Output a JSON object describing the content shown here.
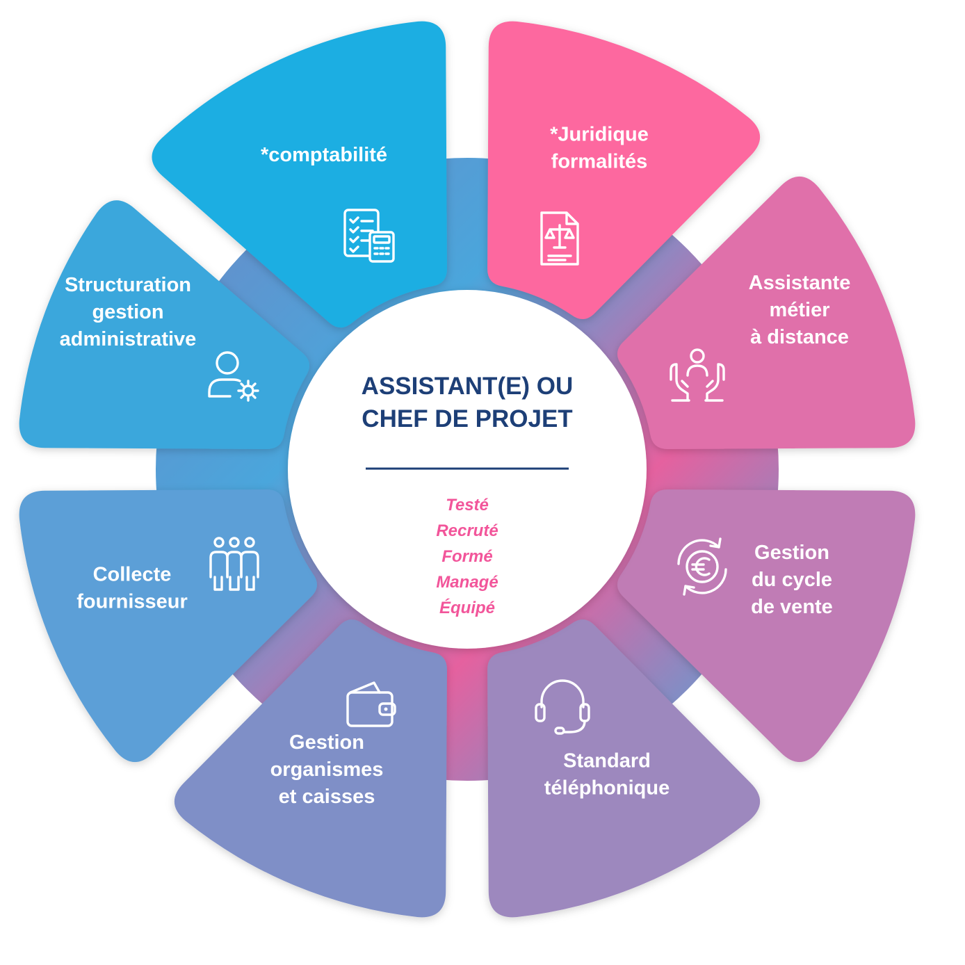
{
  "center": {
    "title_line1": "ASSISTANT(E) OU",
    "title_line2": "CHEF DE PROJET",
    "items": [
      "Testé",
      "Recruté",
      "Formé",
      "Managé",
      "Équipé"
    ]
  },
  "segments": [
    {
      "id": "comptabilite",
      "lines": [
        "*comptabilité"
      ],
      "icon": "accounting-calculator-icon",
      "color": "#1eaee2"
    },
    {
      "id": "juridique",
      "lines": [
        "*Juridique",
        "formalités"
      ],
      "icon": "legal-document-icon",
      "color": "#fd679f"
    },
    {
      "id": "assistante",
      "lines": [
        "Assistante",
        "métier",
        "à distance"
      ],
      "icon": "hands-person-icon",
      "color": "#e070aa"
    },
    {
      "id": "vente",
      "lines": [
        "Gestion",
        "du cycle",
        "de vente"
      ],
      "icon": "euro-cycle-icon",
      "color": "#c07cb5"
    },
    {
      "id": "standard",
      "lines": [
        "Standard",
        "téléphonique"
      ],
      "icon": "headset-icon",
      "color": "#9d88be"
    },
    {
      "id": "organismes",
      "lines": [
        "Gestion",
        "organismes",
        "et caisses"
      ],
      "icon": "wallet-icon",
      "color": "#7f8fc7"
    },
    {
      "id": "fournisseur",
      "lines": [
        "Collecte",
        "fournisseur"
      ],
      "icon": "group-people-icon",
      "color": "#5b9fd7"
    },
    {
      "id": "structuration",
      "lines": [
        "Structuration",
        "gestion",
        "administrative"
      ],
      "icon": "user-gear-icon",
      "color": "#3aa7dc"
    }
  ],
  "colors": {
    "ring_pink": "#f06aa8",
    "ring_blue": "#36a9e0",
    "ring_purple": "#8e7fb7",
    "center_title": "#1d3f77",
    "center_items": "#f2559a"
  }
}
